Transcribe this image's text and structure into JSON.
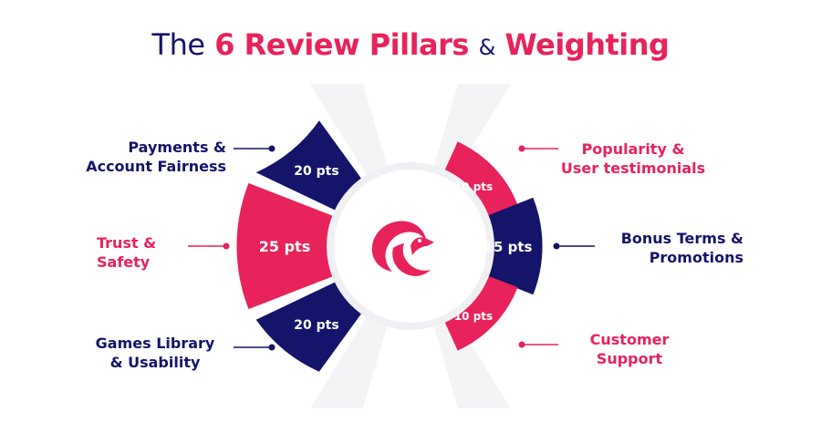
{
  "title": {
    "part1": "The",
    "part2": "6 Review Pillars",
    "amp": "&",
    "part3": "Weighting"
  },
  "colors": {
    "navy": "#14146a",
    "pink": "#e8225a",
    "shadow": "#f1f1f5"
  },
  "logo_icon": "eagle-logo-icon",
  "pillars": [
    {
      "label_line1": "Payments &",
      "label_line2": "Account Fairness",
      "points": "20 pts",
      "color": "navy"
    },
    {
      "label_line1": "Trust &",
      "label_line2": "Safety",
      "points": "25 pts",
      "color": "pink"
    },
    {
      "label_line1": "Games Library",
      "label_line2": "& Usability",
      "points": "20 pts",
      "color": "navy"
    },
    {
      "label_line1": "Popularity &",
      "label_line2": "User testimonials",
      "points": "10 pts",
      "color": "pink"
    },
    {
      "label_line1": "Bonus Terms &",
      "label_line2": "Promotions",
      "points": "15 pts",
      "color": "navy"
    },
    {
      "label_line1": "Customer",
      "label_line2": "Support",
      "points": "10 pts",
      "color": "pink"
    }
  ]
}
